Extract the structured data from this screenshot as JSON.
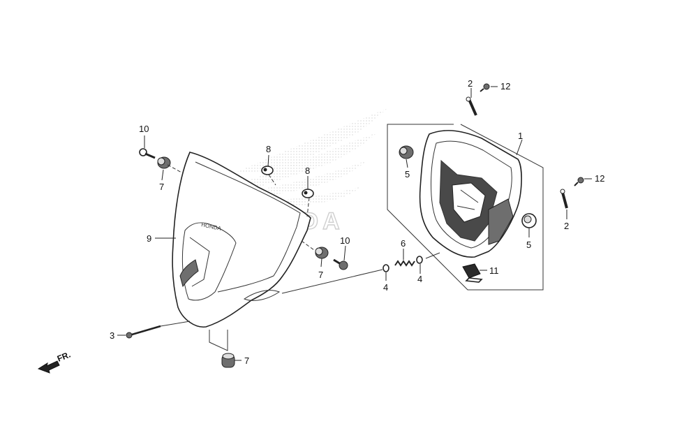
{
  "diagram": {
    "front_indicator": "FR.",
    "watermark": "HONDA",
    "embossed_text": "HONDA",
    "callouts": [
      "1",
      "2",
      "2",
      "3",
      "4",
      "4",
      "5",
      "5",
      "6",
      "7",
      "7",
      "7",
      "8",
      "8",
      "9",
      "10",
      "10",
      "11",
      "12",
      "12"
    ]
  }
}
